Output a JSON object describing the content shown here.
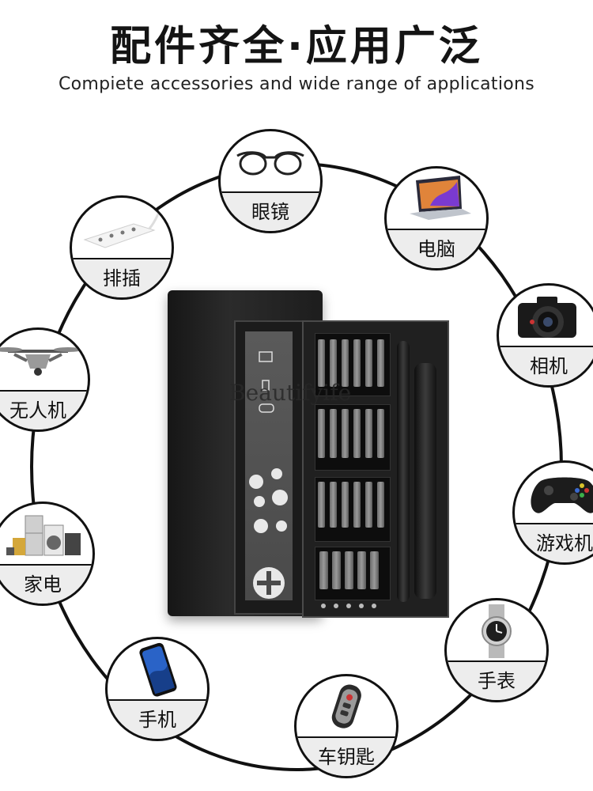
{
  "header": {
    "title": "配件齐全·应用广泛",
    "subtitle": "Compiete accessories and wide range of applications"
  },
  "watermark": "Beautifyife",
  "applications": [
    {
      "label": "眼镜",
      "icon": "glasses-icon"
    },
    {
      "label": "电脑",
      "icon": "laptop-icon"
    },
    {
      "label": "排插",
      "icon": "power-strip-icon"
    },
    {
      "label": "相机",
      "icon": "camera-icon"
    },
    {
      "label": "无人机",
      "icon": "drone-icon"
    },
    {
      "label": "游戏机",
      "icon": "gamepad-icon"
    },
    {
      "label": "家电",
      "icon": "appliances-icon"
    },
    {
      "label": "手表",
      "icon": "watch-icon"
    },
    {
      "label": "手机",
      "icon": "phone-icon"
    },
    {
      "label": "车钥匙",
      "icon": "car-key-icon"
    }
  ],
  "colors": {
    "ring": "#111111",
    "band": "#ededed",
    "case": "#1d1d1d"
  }
}
